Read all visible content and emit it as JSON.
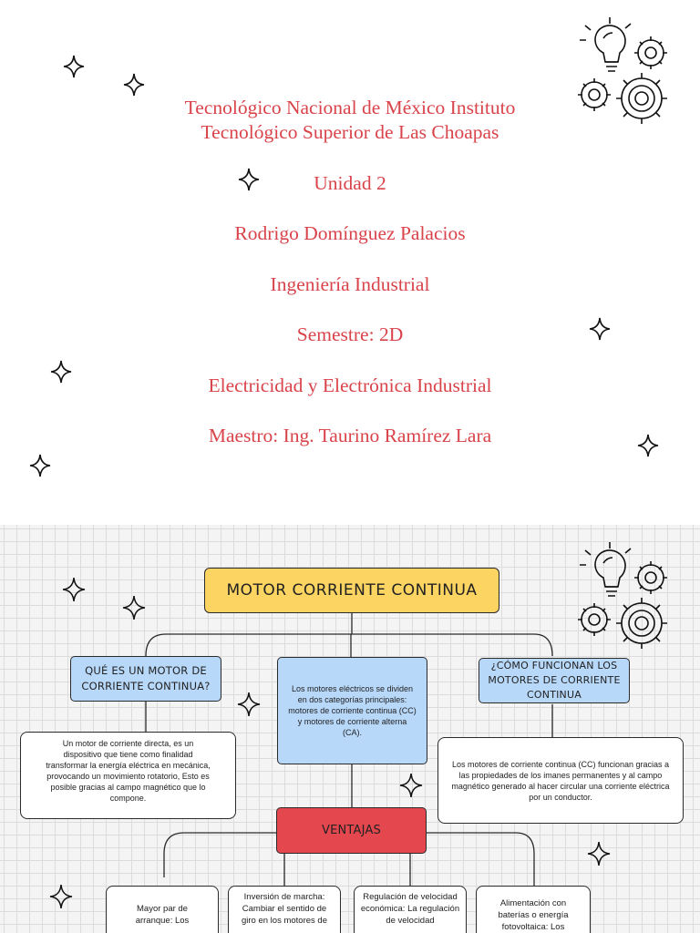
{
  "cover": {
    "institution_line1": "Tecnológico Nacional de México Instituto",
    "institution_line2": "Tecnológico Superior de Las Choapas",
    "unit": "Unidad 2",
    "student": "Rodrigo Domínguez Palacios",
    "career": "Ingeniería Industrial",
    "semester": "Semestre: 2D",
    "subject": "Electricidad y Electrónica Industrial",
    "teacher": "Maestro: Ing. Taurino Ramírez Lara",
    "text_color": "#d9434a",
    "decor_icon": "lightbulb-gears-icon",
    "sparkle_icon": "sparkle-star-icon"
  },
  "map": {
    "title": "MOTOR CORRIENTE CONTINUA",
    "q1": "QUÉ ES UN MOTOR DE CORRIENTE CONTINUA?",
    "center_text": "Los motores eléctricos se dividen en dos categorías principales: motores de corriente continua (CC) y motores de corriente alterna (CA).",
    "q2": "¿CÓMO FUNCIONAN LOS MOTORES DE CORRIENTE CONTINUA",
    "a1": "Un motor de corriente directa, es un dispositivo que tiene como finalidad transformar la energía eléctrica en mecánica, provocando un movimiento rotatorio, Esto es posible gracias al campo magnético que lo compone.",
    "a2": "Los motores de corriente continua (CC) funcionan gracias a las propiedades de los imanes permanentes y al campo magnético generado al hacer circular una corriente eléctrica por un conductor.",
    "ventajas": "VENTAJAS",
    "v1": "Mayor par de arranque: Los",
    "v2": "Inversión de marcha: Cambiar el sentido de giro en los motores de",
    "v3": "Regulación de velocidad económica: La regulación de velocidad",
    "v4": "Alimentación con baterías o energía fotovoltaica: Los",
    "colors": {
      "title_fill": "#fcd462",
      "question_fill": "#b8d8f9",
      "ventajas_fill": "#e5474f"
    }
  }
}
